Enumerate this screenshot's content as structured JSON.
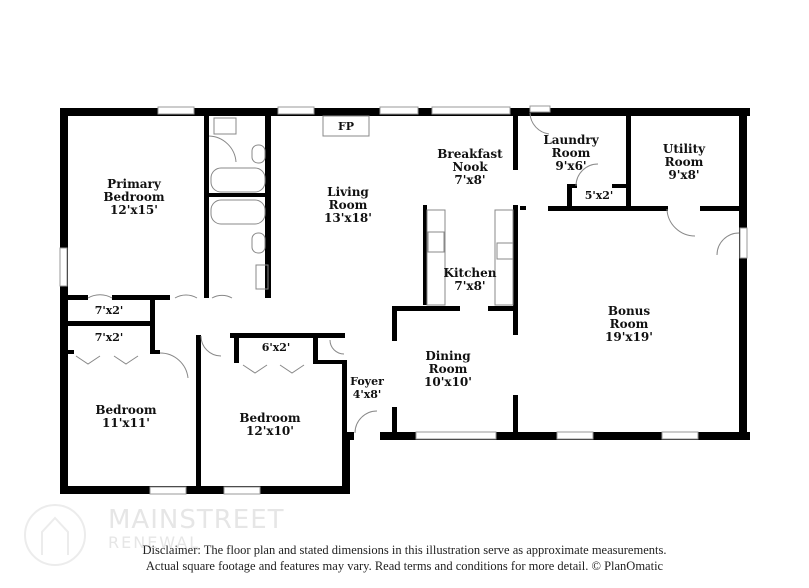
{
  "floorplan": {
    "rooms": [
      {
        "name": "Primary Bedroom",
        "lines": [
          "Primary",
          "Bedroom"
        ],
        "dims": "12'x15'"
      },
      {
        "name": "Living Room",
        "lines": [
          "Living",
          "Room"
        ],
        "dims": "13'x18'"
      },
      {
        "name": "Breakfast Nook",
        "lines": [
          "Breakfast",
          "Nook"
        ],
        "dims": "7'x8'"
      },
      {
        "name": "Laundry Room",
        "lines": [
          "Laundry",
          "Room"
        ],
        "dims": "9'x6'"
      },
      {
        "name": "Utility Room",
        "lines": [
          "Utility",
          "Room"
        ],
        "dims": "9'x8'"
      },
      {
        "name": "Kitchen",
        "lines": [
          "Kitchen"
        ],
        "dims": "7'x8'"
      },
      {
        "name": "Bonus Room",
        "lines": [
          "Bonus",
          "Room"
        ],
        "dims": "19'x19'"
      },
      {
        "name": "Dining Room",
        "lines": [
          "Dining",
          "Room"
        ],
        "dims": "10'x10'"
      },
      {
        "name": "Foyer",
        "lines": [
          "Foyer"
        ],
        "dims": "4'x8'"
      },
      {
        "name": "Bedroom",
        "lines": [
          "Bedroom"
        ],
        "dims": "11'x11'"
      },
      {
        "name": "Bedroom",
        "lines": [
          "Bedroom"
        ],
        "dims": "12'x10'"
      }
    ],
    "closets": [
      "7'x2'",
      "7'x2'",
      "6'x2'",
      "5'x2'"
    ],
    "fireplace_label": "FP"
  },
  "watermark": {
    "main": "MAINSTREET",
    "sub": "RENEWAL"
  },
  "disclaimer": {
    "line1": "Disclaimer: The floor plan and stated dimensions in this illustration serve as approximate measurements.",
    "line2": "Actual square footage and features may vary. Read terms and conditions for more detail. © PlanOmatic"
  }
}
